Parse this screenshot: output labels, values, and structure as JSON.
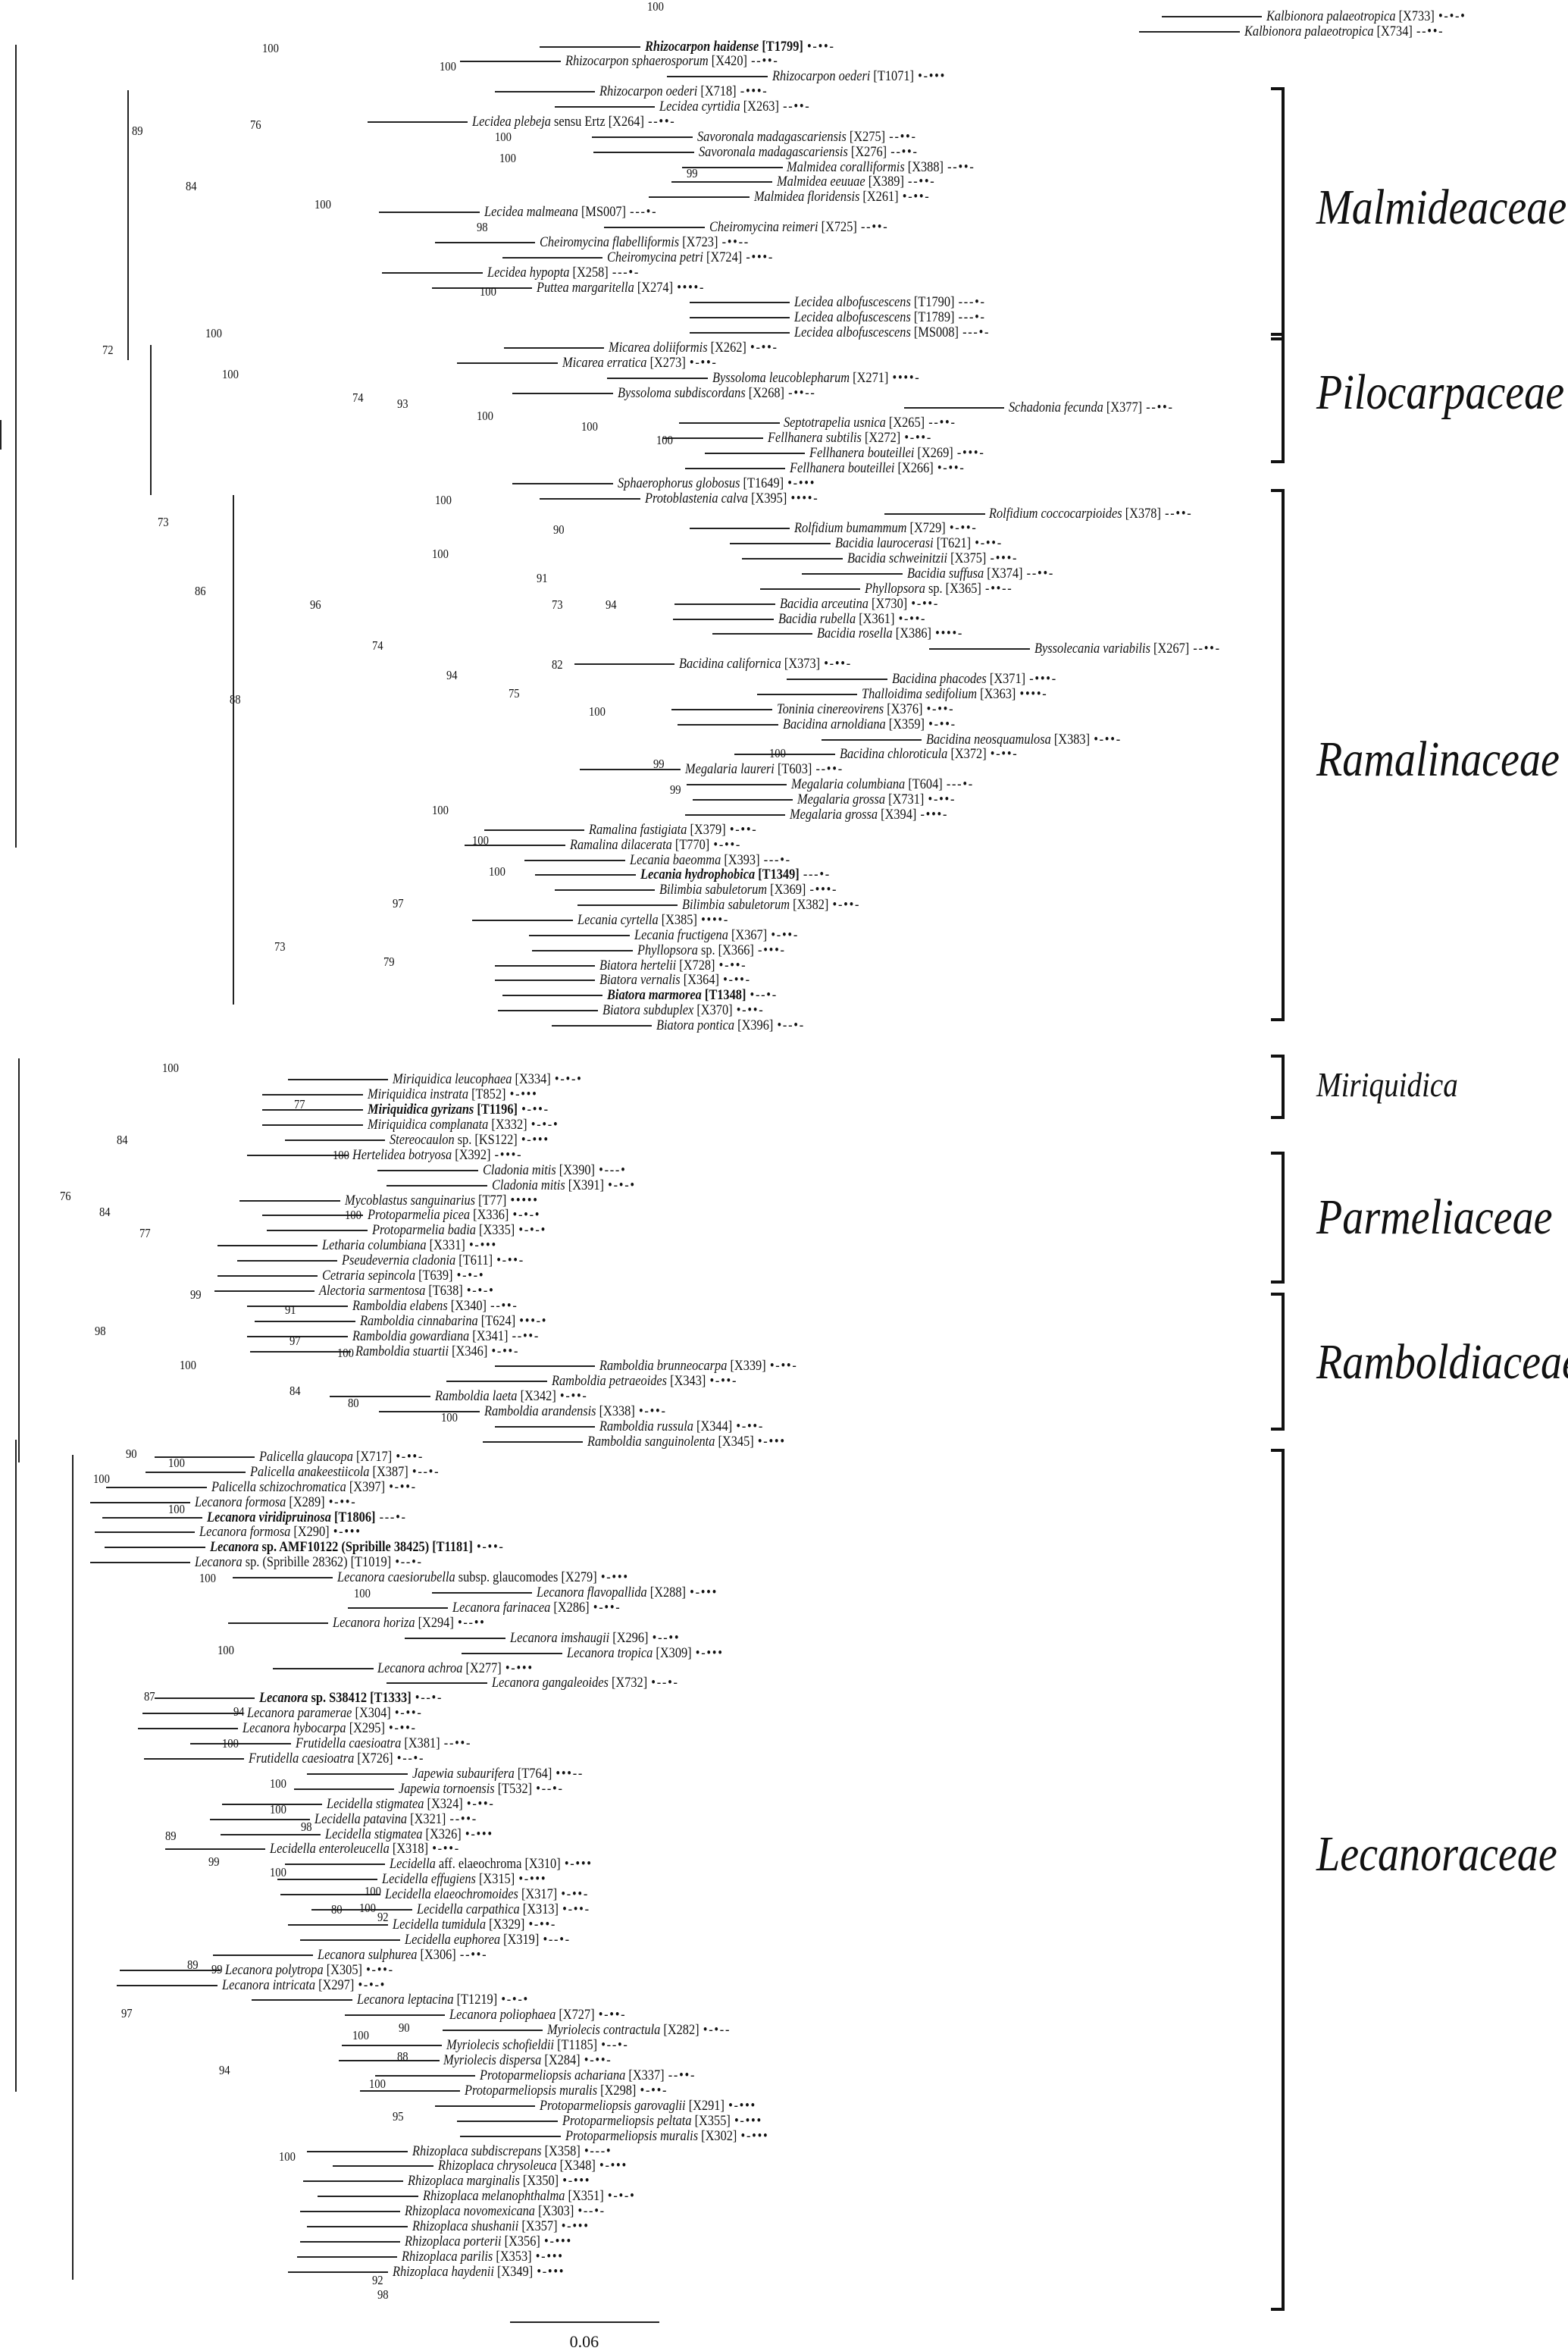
{
  "leaves": [
    {
      "i": "Kalbionora palaeotropica",
      "code": "[X733]",
      "m": "•-•-•"
    },
    {
      "i": "Kalbionora palaeotropica",
      "code": "[X734]",
      "m": "--••-"
    },
    {
      "i": "Rhizocarpon haidense",
      "code": "[T1799]",
      "m": "•-••-",
      "b": true
    },
    {
      "i": "Rhizocarpon sphaerosporum",
      "code": "[X420]",
      "m": "--••-"
    },
    {
      "i": "Rhizocarpon oederi",
      "code": "[T1071]",
      "m": "•-•••"
    },
    {
      "i": "Rhizocarpon oederi",
      "code": "[X718]",
      "m": "-•••-"
    },
    {
      "i": "Lecidea cyrtidia",
      "code": "[X263]",
      "m": "--••-"
    },
    {
      "i": "Lecidea plebeja",
      "p": "sensu Ertz",
      "code": "[X264]",
      "m": "--••-"
    },
    {
      "i": "Savoronala madagascariensis",
      "code": "[X275]",
      "m": "--••-"
    },
    {
      "i": "Savoronala madagascariensis",
      "code": "[X276]",
      "m": "--••-"
    },
    {
      "i": "Malmidea coralliformis",
      "code": "[X388]",
      "m": "--••-"
    },
    {
      "i": "Malmidea eeuuae",
      "code": "[X389]",
      "m": "--••-"
    },
    {
      "i": "Malmidea floridensis",
      "code": "[X261]",
      "m": "•-••-"
    },
    {
      "i": "Lecidea malmeana",
      "code": "[MS007]",
      "m": "---•-"
    },
    {
      "i": "Cheiromycina reimeri",
      "code": "[X725]",
      "m": "--••-"
    },
    {
      "i": "Cheiromycina flabelliformis",
      "code": "[X723]",
      "m": "-••--"
    },
    {
      "i": "Cheiromycina petri",
      "code": "[X724]",
      "m": "-•••-"
    },
    {
      "i": "Lecidea hypopta",
      "code": "[X258]",
      "m": "---•-"
    },
    {
      "i": "Puttea margaritella",
      "code": "[X274]",
      "m": "••••-"
    },
    {
      "i": "Lecidea albofuscescens",
      "code": "[T1790]",
      "m": "---•-"
    },
    {
      "i": "Lecidea albofuscescens",
      "code": "[T1789]",
      "m": "---•-"
    },
    {
      "i": "Lecidea albofuscescens",
      "code": "[MS008]",
      "m": "---•-"
    },
    {
      "i": "Micarea doliiformis",
      "code": "[X262]",
      "m": "•-••-"
    },
    {
      "i": "Micarea erratica",
      "code": "[X273]",
      "m": "•-••-"
    },
    {
      "i": "Byssoloma leucoblepharum",
      "code": "[X271]",
      "m": "••••-"
    },
    {
      "i": "Byssoloma subdiscordans",
      "code": "[X268]",
      "m": "-••--"
    },
    {
      "i": "Schadonia fecunda",
      "code": "[X377]",
      "m": "--••-"
    },
    {
      "i": "Septotrapelia usnica",
      "code": "[X265]",
      "m": "--••-"
    },
    {
      "i": "Fellhanera subtilis",
      "code": "[X272]",
      "m": "•-••-"
    },
    {
      "i": "Fellhanera bouteillei",
      "code": "[X269]",
      "m": "-•••-"
    },
    {
      "i": "Fellhanera bouteillei",
      "code": "[X266]",
      "m": "•-••-"
    },
    {
      "i": "Sphaerophorus globosus",
      "code": "[T1649]",
      "m": "•-•••"
    },
    {
      "i": "Protoblastenia calva",
      "code": "[X395]",
      "m": "••••-"
    },
    {
      "i": "Rolfidium coccocarpioides",
      "code": "[X378]",
      "m": "--••-"
    },
    {
      "i": "Rolfidium bumammum",
      "code": "[X729]",
      "m": "•-••-"
    },
    {
      "i": "Bacidia laurocerasi",
      "code": "[T621]",
      "m": "•-••-"
    },
    {
      "i": "Bacidia schweinitzii",
      "code": "[X375]",
      "m": "-•••-"
    },
    {
      "i": "Bacidia suffusa",
      "code": "[X374]",
      "m": "--••-"
    },
    {
      "i": "Phyllopsora",
      "p": "sp.",
      "code": "[X365]",
      "m": "-••--"
    },
    {
      "i": "Bacidia arceutina",
      "code": "[X730]",
      "m": "•-••-"
    },
    {
      "i": "Bacidia rubella",
      "code": "[X361]",
      "m": "•-••-"
    },
    {
      "i": "Bacidia rosella",
      "code": "[X386]",
      "m": "••••-"
    },
    {
      "i": "Byssolecania variabilis",
      "code": "[X267]",
      "m": "--••-"
    },
    {
      "i": "Bacidina californica",
      "code": "[X373]",
      "m": "•-••-"
    },
    {
      "i": "Bacidina phacodes",
      "code": "[X371]",
      "m": "-•••-"
    },
    {
      "i": "Thalloidima sedifolium",
      "code": "[X363]",
      "m": "••••-"
    },
    {
      "i": "Toninia cinereovirens",
      "code": "[X376]",
      "m": "•-••-"
    },
    {
      "i": "Bacidina arnoldiana",
      "code": "[X359]",
      "m": "•-••-"
    },
    {
      "i": "Bacidina neosquamulosa",
      "code": "[X383]",
      "m": "•-••-"
    },
    {
      "i": "Bacidina chloroticula",
      "code": "[X372]",
      "m": "•-••-"
    },
    {
      "i": "Megalaria laureri",
      "code": "[T603]",
      "m": "--••-"
    },
    {
      "i": "Megalaria columbiana",
      "code": "[T604]",
      "m": "---•-"
    },
    {
      "i": "Megalaria grossa",
      "code": "[X731]",
      "m": "•-••-"
    },
    {
      "i": "Megalaria grossa",
      "code": "[X394]",
      "m": "-•••-"
    },
    {
      "i": "Ramalina fastigiata",
      "code": "[X379]",
      "m": "•-••-"
    },
    {
      "i": "Ramalina dilacerata",
      "code": "[T770]",
      "m": "•-••-"
    },
    {
      "i": "Lecania baeomma",
      "code": "[X393]",
      "m": "---•-"
    },
    {
      "i": "Lecania hydrophobica",
      "code": "[T1349]",
      "m": "---•-",
      "b": true
    },
    {
      "i": "Bilimbia sabuletorum",
      "code": "[X369]",
      "m": "-•••-"
    },
    {
      "i": "Bilimbia sabuletorum",
      "code": "[X382]",
      "m": "•-••-"
    },
    {
      "i": "Lecania cyrtella",
      "code": "[X385]",
      "m": "••••-"
    },
    {
      "i": "Lecania fructigena",
      "code": "[X367]",
      "m": "•-••-"
    },
    {
      "i": "Phyllopsora",
      "p": "sp.",
      "code": "[X366]",
      "m": "-•••-"
    },
    {
      "i": "Biatora hertelii",
      "code": "[X728]",
      "m": "•-••-"
    },
    {
      "i": "Biatora vernalis",
      "code": "[X364]",
      "m": "•-••-"
    },
    {
      "i": "Biatora marmorea",
      "code": "[T1348]",
      "m": "•--•-",
      "b": true
    },
    {
      "i": "Biatora subduplex",
      "code": "[X370]",
      "m": "•-••-"
    },
    {
      "i": "Biatora pontica",
      "code": "[X396]",
      "m": "•--•-"
    },
    {
      "i": "Miriquidica leucophaea",
      "code": "[X334]",
      "m": "•-•-•"
    },
    {
      "i": "Miriquidica instrata",
      "code": "[T852]",
      "m": "•-•••"
    },
    {
      "i": "Miriquidica gyrizans",
      "code": "[T1196]",
      "m": "•-••-",
      "b": true
    },
    {
      "i": "Miriquidica complanata",
      "code": "[X332]",
      "m": "•-•-•"
    },
    {
      "i": "Stereocaulon",
      "p": "sp.",
      "code": "[KS122]",
      "m": "•-•••"
    },
    {
      "i": "Hertelidea botryosa",
      "code": "[X392]",
      "m": "-•••-"
    },
    {
      "i": "Cladonia mitis",
      "code": "[X390]",
      "m": "•---•"
    },
    {
      "i": "Cladonia mitis",
      "code": "[X391]",
      "m": "•-•-•"
    },
    {
      "i": "Mycoblastus sanguinarius",
      "code": "[T77]",
      "m": "•••••"
    },
    {
      "i": "Protoparmelia picea",
      "code": "[X336]",
      "m": "•-•-•"
    },
    {
      "i": "Protoparmelia badia",
      "code": "[X335]",
      "m": "•-•-•"
    },
    {
      "i": "Letharia columbiana",
      "code": "[X331]",
      "m": "•-•••"
    },
    {
      "i": "Pseudevernia cladonia",
      "code": "[T611]",
      "m": "•-••-"
    },
    {
      "i": "Cetraria sepincola",
      "code": "[T639]",
      "m": "•-•-•"
    },
    {
      "i": "Alectoria sarmentosa",
      "code": "[T638]",
      "m": "•-•-•"
    },
    {
      "i": "Ramboldia elabens",
      "code": "[X340]",
      "m": "--••-"
    },
    {
      "i": "Ramboldia cinnabarina",
      "code": "[T624]",
      "m": "•••-•"
    },
    {
      "i": "Ramboldia gowardiana",
      "code": "[X341]",
      "m": "--••-"
    },
    {
      "i": "Ramboldia stuartii",
      "code": "[X346]",
      "m": "•-••-"
    },
    {
      "i": "Ramboldia brunneocarpa",
      "code": "[X339]",
      "m": "•-••-"
    },
    {
      "i": "Ramboldia petraeoides",
      "code": "[X343]",
      "m": "•-••-"
    },
    {
      "i": "Ramboldia laeta",
      "code": "[X342]",
      "m": "•-••-"
    },
    {
      "i": "Ramboldia arandensis",
      "code": "[X338]",
      "m": "•-••-"
    },
    {
      "i": "Ramboldia russula",
      "code": "[X344]",
      "m": "•-••-"
    },
    {
      "i": "Ramboldia sanguinolenta",
      "code": "[X345]",
      "m": "•-•••"
    },
    {
      "i": "Palicella glaucopa",
      "code": "[X717]",
      "m": "•-••-"
    },
    {
      "i": "Palicella anakeestiicola",
      "code": "[X387]",
      "m": "•--•-"
    },
    {
      "i": "Palicella schizochromatica",
      "code": "[X397]",
      "m": "•-••-"
    },
    {
      "i": "Lecanora formosa",
      "code": "[X289]",
      "m": "•-••-"
    },
    {
      "i": "Lecanora viridipruinosa",
      "code": "[T1806]",
      "m": "---•-",
      "b": true
    },
    {
      "i": "Lecanora formosa",
      "code": "[X290]",
      "m": "•-•••"
    },
    {
      "i": "Lecanora",
      "p": "sp. AMF10122 (Spribille 38425)",
      "code": "[T1181]",
      "m": "•-••-",
      "b": true
    },
    {
      "i": "Lecanora",
      "p": "sp. (Spribille 28362)",
      "code": "[T1019]",
      "m": "•--•-"
    },
    {
      "i": "Lecanora caesiorubella",
      "p": "subsp. glaucomodes",
      "code": "[X279]",
      "m": "•-•••"
    },
    {
      "i": "Lecanora flavopallida",
      "code": "[X288]",
      "m": "•-•••"
    },
    {
      "i": "Lecanora farinacea",
      "code": "[X286]",
      "m": "•-••-"
    },
    {
      "i": "Lecanora horiza",
      "code": "[X294]",
      "m": "•--••"
    },
    {
      "i": "Lecanora imshaugii",
      "code": "[X296]",
      "m": "•--••"
    },
    {
      "i": "Lecanora tropica",
      "code": "[X309]",
      "m": "•-•••"
    },
    {
      "i": "Lecanora achroa",
      "code": "[X277]",
      "m": "•-•••"
    },
    {
      "i": "Lecanora gangaleoides",
      "code": "[X732]",
      "m": "•--•-"
    },
    {
      "i": "Lecanora",
      "p": "sp. S38412",
      "code": "[T1333]",
      "m": "•--•-",
      "b": true
    },
    {
      "i": "Lecanora paramerae",
      "code": "[X304]",
      "m": "•-••-"
    },
    {
      "i": "Lecanora hybocarpa",
      "code": "[X295]",
      "m": "•-••-"
    },
    {
      "i": "Frutidella caesioatra",
      "code": "[X381]",
      "m": "--••-"
    },
    {
      "i": "Frutidella caesioatra",
      "code": "[X726]",
      "m": "•--•-"
    },
    {
      "i": "Japewia subaurifera",
      "code": "[T764]",
      "m": "•••--"
    },
    {
      "i": "Japewia tornoensis",
      "code": "[T532]",
      "m": "•--•-"
    },
    {
      "i": "Lecidella stigmatea",
      "code": "[X324]",
      "m": "•-••-"
    },
    {
      "i": "Lecidella patavina",
      "code": "[X321]",
      "m": "--••-"
    },
    {
      "i": "Lecidella stigmatea",
      "code": "[X326]",
      "m": "•-•••"
    },
    {
      "i": "Lecidella enteroleucella",
      "code": "[X318]",
      "m": "•-••-"
    },
    {
      "i": "Lecidella",
      "p": "aff. elaeochroma",
      "code": "[X310]",
      "m": "•-•••"
    },
    {
      "i": "Lecidella effugiens",
      "code": "[X315]",
      "m": "•-•••"
    },
    {
      "i": "Lecidella elaeochromoides",
      "code": "[X317]",
      "m": "•-••-"
    },
    {
      "i": "Lecidella carpathica",
      "code": "[X313]",
      "m": "•-••-"
    },
    {
      "i": "Lecidella tumidula",
      "code": "[X329]",
      "m": "•-••-"
    },
    {
      "i": "Lecidella euphorea",
      "code": "[X319]",
      "m": "•--•-"
    },
    {
      "i": "Lecanora sulphurea",
      "code": "[X306]",
      "m": "--••-"
    },
    {
      "i": "Lecanora polytropa",
      "code": "[X305]",
      "m": "•-••-"
    },
    {
      "i": "Lecanora intricata",
      "code": "[X297]",
      "m": "•-•-•"
    },
    {
      "i": "Lecanora leptacina",
      "code": "[T1219]",
      "m": "•-•-•"
    },
    {
      "i": "Lecanora poliophaea",
      "code": "[X727]",
      "m": "•-••-"
    },
    {
      "i": "Myriolecis contractula",
      "code": "[X282]",
      "m": "•-•--"
    },
    {
      "i": "Myriolecis schofieldii",
      "code": "[T1185]",
      "m": "•--•-"
    },
    {
      "i": "Myriolecis dispersa",
      "code": "[X284]",
      "m": "•-••-"
    },
    {
      "i": "Protoparmeliopsis achariana",
      "code": "[X337]",
      "m": "--••-"
    },
    {
      "i": "Protoparmeliopsis muralis",
      "code": "[X298]",
      "m": "•-••-"
    },
    {
      "i": "Protoparmeliopsis garovaglii",
      "code": "[X291]",
      "m": "•-•••"
    },
    {
      "i": "Protoparmeliopsis peltata",
      "code": "[X355]",
      "m": "•-•••"
    },
    {
      "i": "Protoparmeliopsis muralis",
      "code": "[X302]",
      "m": "•-•••"
    },
    {
      "i": "Rhizoplaca subdiscrepans",
      "code": "[X358]",
      "m": "•---•"
    },
    {
      "i": "Rhizoplaca chrysoleuca",
      "code": "[X348]",
      "m": "•-•••"
    },
    {
      "i": "Rhizoplaca marginalis",
      "code": "[X350]",
      "m": "•-•••"
    },
    {
      "i": "Rhizoplaca melanophthalma",
      "code": "[X351]",
      "m": "•-•-•"
    },
    {
      "i": "Rhizoplaca novomexicana",
      "code": "[X303]",
      "m": "•--•-"
    },
    {
      "i": "Rhizoplaca shushanii",
      "code": "[X357]",
      "m": "•-•••"
    },
    {
      "i": "Rhizoplaca porterii",
      "code": "[X356]",
      "m": "•-•••"
    },
    {
      "i": "Rhizoplaca parilis",
      "code": "[X353]",
      "m": "•-•••"
    },
    {
      "i": "Rhizoplaca haydenii",
      "code": "[X349]",
      "m": "•-•••"
    }
  ],
  "bootstrap": [
    "100",
    "100",
    "100",
    "89",
    "76",
    "100",
    "84",
    "100",
    "99",
    "100",
    "98",
    "100",
    "100",
    "72",
    "100",
    "74",
    "93",
    "100",
    "100",
    "100",
    "73",
    "86",
    "88",
    "100",
    "90",
    "100",
    "91",
    "73",
    "94",
    "96",
    "74",
    "82",
    "94",
    "75",
    "100",
    "100",
    "99",
    "99",
    "100",
    "100",
    "100",
    "97",
    "73",
    "79",
    "100",
    "77",
    "84",
    "100",
    "76",
    "84",
    "100",
    "77",
    "99",
    "91",
    "98",
    "97",
    "100",
    "100",
    "84",
    "80",
    "100",
    "90",
    "100",
    "100",
    "100",
    "100",
    "100",
    "100",
    "87",
    "94",
    "100",
    "100",
    "89",
    "100",
    "98",
    "99",
    "100",
    "100",
    "80",
    "92",
    "100",
    "97",
    "89",
    "99",
    "100",
    "90",
    "88",
    "94",
    "100",
    "95",
    "100",
    "92",
    "98"
  ],
  "families": [
    {
      "name": "Malmideaceae"
    },
    {
      "name": "Pilocarpaceae"
    },
    {
      "name": "Ramalinaceae"
    },
    {
      "name": "Miriquidica"
    },
    {
      "name": "Parmeliaceae"
    },
    {
      "name": "Ramboldiaceae"
    },
    {
      "name": "Lecanoraceae"
    }
  ],
  "scale_bar": {
    "label": "0.06"
  }
}
